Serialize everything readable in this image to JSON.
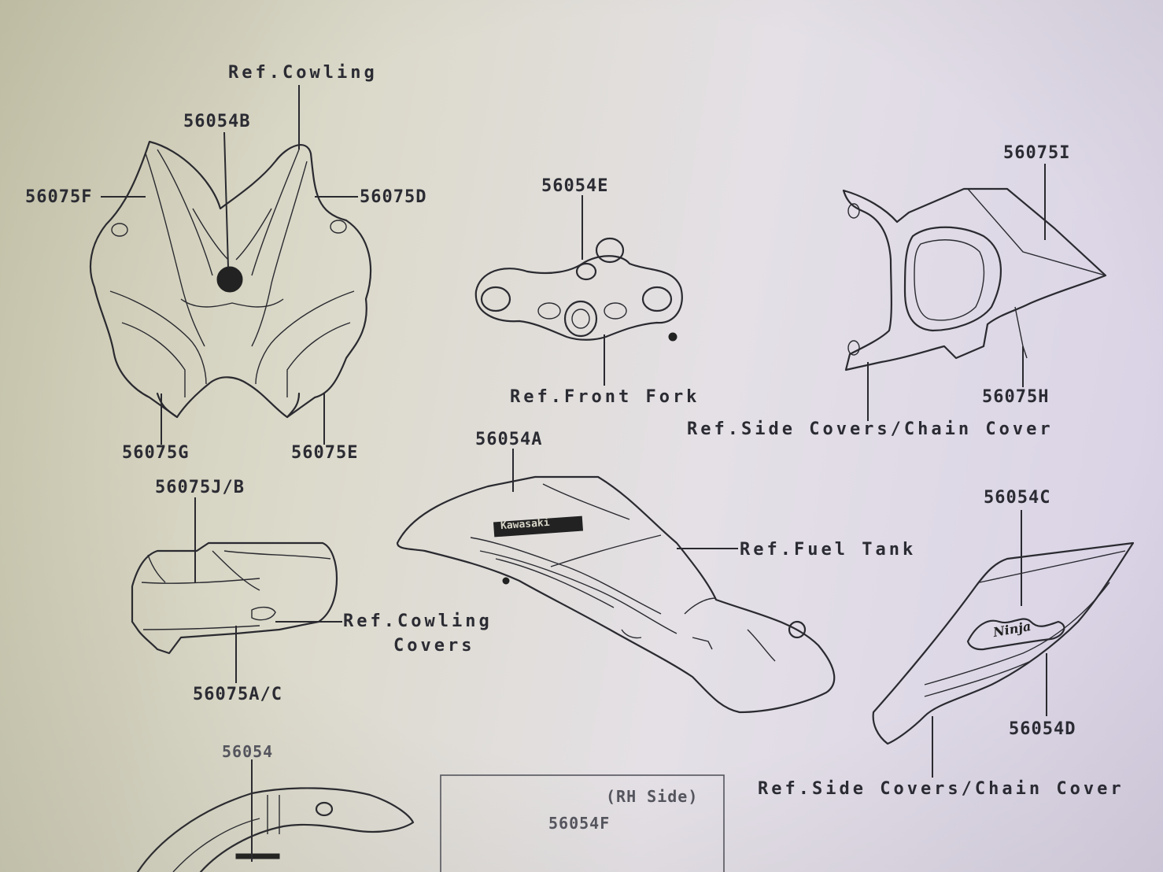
{
  "labels": {
    "ref_cowling_top": "Ref.Cowling",
    "p_56054B": "56054B",
    "p_56075F": "56075F",
    "p_56075D": "56075D",
    "p_56075G": "56075G",
    "p_56075E": "56075E",
    "p_56054E": "56054E",
    "ref_front_fork": "Ref.Front Fork",
    "p_56075I": "56075I",
    "p_56075H": "56075H",
    "ref_side_covers_1": "Ref.Side Covers/Chain Cover",
    "p_56054A": "56054A",
    "p_56075JB": "56075J/B",
    "ref_cowling_covers_1": "Ref.Cowling",
    "ref_cowling_covers_2": "Covers",
    "p_56075AC": "56075A/C",
    "ref_fuel_tank": "Ref.Fuel Tank",
    "p_56054C": "56054C",
    "p_56054D": "56054D",
    "ref_side_covers_2": "Ref.Side Covers/Chain Cover",
    "p_56054_bottom": "56054",
    "box_side": "(RH Side)",
    "box_part": "56054F",
    "tank_logo": "Kawasaki",
    "cover_logo": "Ninja"
  },
  "colors": {
    "line": "#2a2a30",
    "background": "#dcdacb"
  }
}
